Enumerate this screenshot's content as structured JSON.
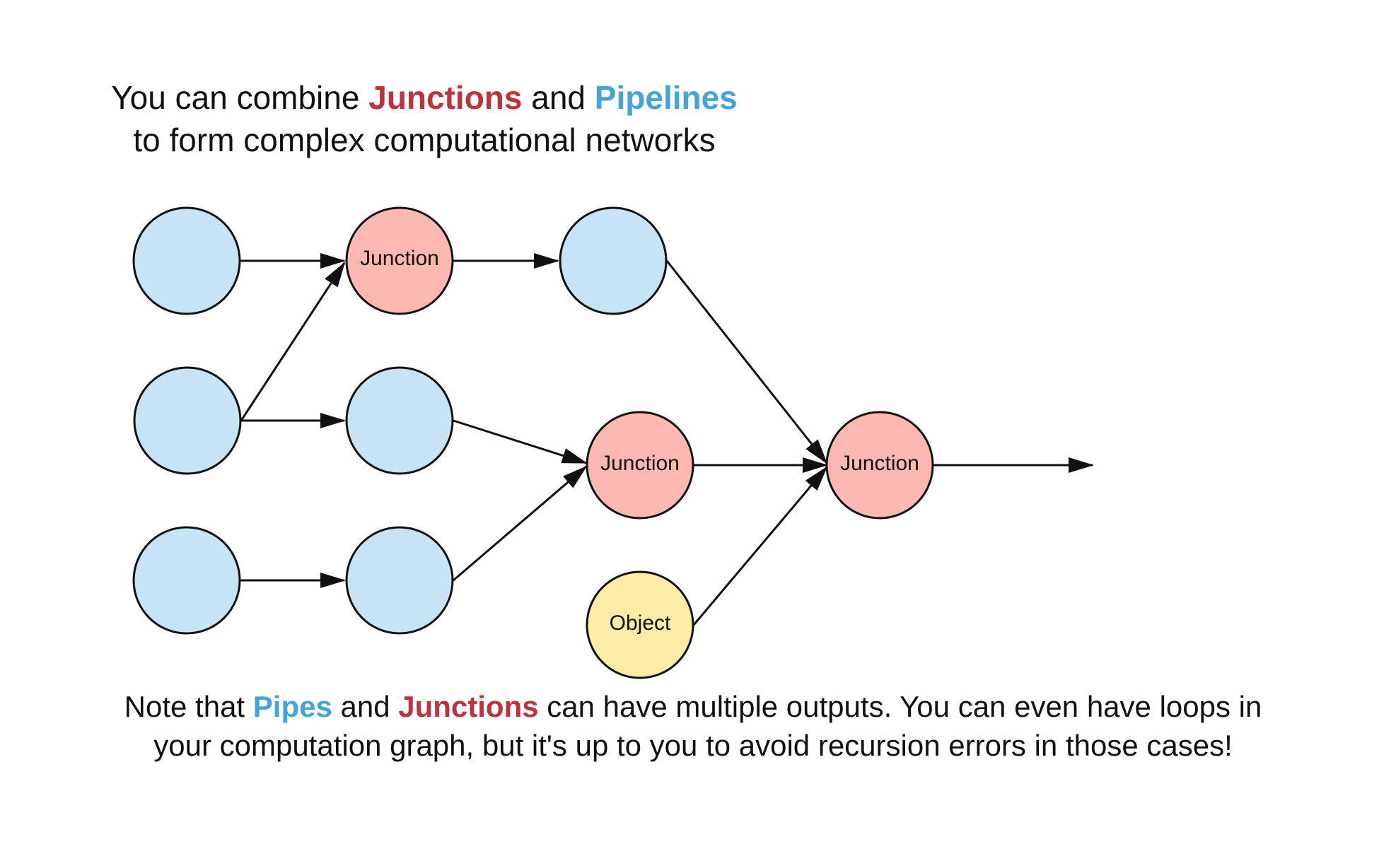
{
  "heading": {
    "part1": "You can combine ",
    "junctions": "Junctions",
    "part2": " and ",
    "pipelines": "Pipelines",
    "line2": "to form complex computational networks"
  },
  "note": {
    "part1": "Note that ",
    "pipes": "Pipes",
    "part2": " and ",
    "junctions": "Junctions",
    "part3": " can have multiple outputs. You can even have loops in",
    "line2": "your computation graph, but it's up to you to avoid recursion errors in those cases!"
  },
  "colors": {
    "pipe_fill": "#c6e4f6",
    "junction_fill": "#fdb9b1",
    "object_fill": "#feeba6",
    "stroke": "#111111",
    "highlight_red": "#c0313b",
    "highlight_blue": "#43a4db"
  },
  "nodes": [
    {
      "id": "pipe-a1",
      "type": "pipe",
      "label": ""
    },
    {
      "id": "pipe-a2",
      "type": "pipe",
      "label": ""
    },
    {
      "id": "pipe-a3",
      "type": "pipe",
      "label": ""
    },
    {
      "id": "junction-1",
      "type": "junction",
      "label": "Junction"
    },
    {
      "id": "pipe-b2",
      "type": "pipe",
      "label": ""
    },
    {
      "id": "pipe-b3",
      "type": "pipe",
      "label": ""
    },
    {
      "id": "pipe-c1",
      "type": "pipe",
      "label": ""
    },
    {
      "id": "junction-2",
      "type": "junction",
      "label": "Junction"
    },
    {
      "id": "object-1",
      "type": "object",
      "label": "Object"
    },
    {
      "id": "junction-3",
      "type": "junction",
      "label": "Junction"
    }
  ],
  "edges": [
    {
      "from": "pipe-a1",
      "to": "junction-1"
    },
    {
      "from": "pipe-a2",
      "to": "junction-1"
    },
    {
      "from": "pipe-a2",
      "to": "pipe-b2"
    },
    {
      "from": "pipe-a3",
      "to": "pipe-b3"
    },
    {
      "from": "junction-1",
      "to": "pipe-c1"
    },
    {
      "from": "pipe-b2",
      "to": "junction-2"
    },
    {
      "from": "pipe-b3",
      "to": "junction-2"
    },
    {
      "from": "pipe-c1",
      "to": "junction-3"
    },
    {
      "from": "junction-2",
      "to": "junction-3"
    },
    {
      "from": "object-1",
      "to": "junction-3"
    },
    {
      "from": "junction-3",
      "to": "output"
    }
  ]
}
